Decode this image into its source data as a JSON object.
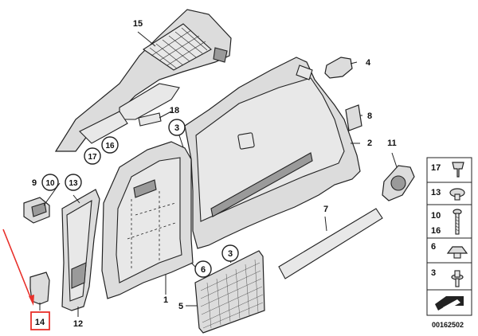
{
  "callouts": {
    "c15": "15",
    "c4": "4",
    "c18": "18",
    "c8": "8",
    "c2": "2",
    "c3a": "3",
    "c16": "16",
    "c17": "17",
    "c11": "11",
    "c9": "9",
    "c10": "10",
    "c13": "13",
    "c7": "7",
    "c6": "6",
    "c3b": "3",
    "c5": "5",
    "c1": "1",
    "c12": "12",
    "c14": "14"
  },
  "legend": {
    "items": [
      "17",
      "13",
      "10",
      "16",
      "6",
      "3"
    ]
  },
  "catalog_number": "00162502",
  "colors": {
    "highlight": "#e8302a",
    "ink": "#222222",
    "fill": "#dcdcdc"
  }
}
